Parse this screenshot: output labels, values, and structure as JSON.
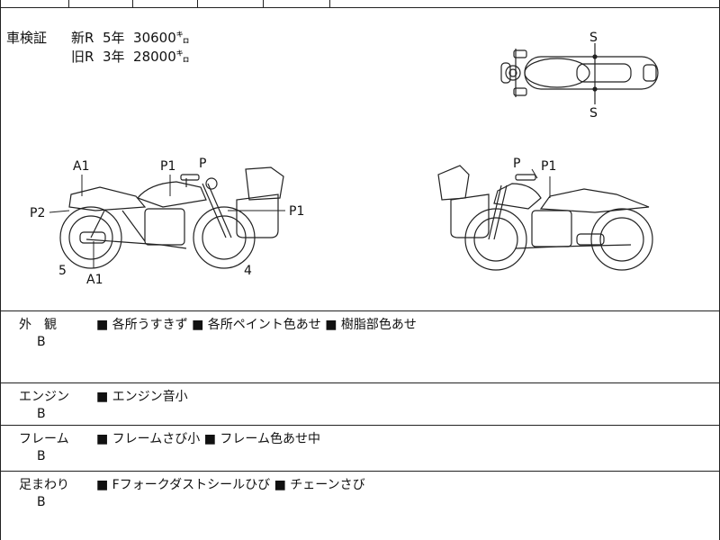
{
  "registration": {
    "label": "車検証",
    "new_line": "新R  5年  30600㌔",
    "old_line": "旧R  3年  28000㌔"
  },
  "damage_marks": {
    "left_view": [
      "A1",
      "P1",
      "P",
      "P2",
      "P1",
      "5",
      "A1",
      "4"
    ],
    "right_view": [
      "P",
      "P1"
    ],
    "top_view": [
      "S",
      "S"
    ]
  },
  "inspection": [
    {
      "category": "外　観",
      "grade": "B",
      "notes": "■ 各所うすきず ■ 各所ペイント色あせ ■ 樹脂部色あせ"
    },
    {
      "category": "エンジン",
      "grade": "B",
      "notes": "■ エンジン音小"
    },
    {
      "category": "フレーム",
      "grade": "B",
      "notes": "■ フレームさび小 ■ フレーム色あせ中"
    },
    {
      "category": "足まわり",
      "grade": "B",
      "notes": "■ Fフォークダストシールひび ■ チェーンさび"
    }
  ]
}
